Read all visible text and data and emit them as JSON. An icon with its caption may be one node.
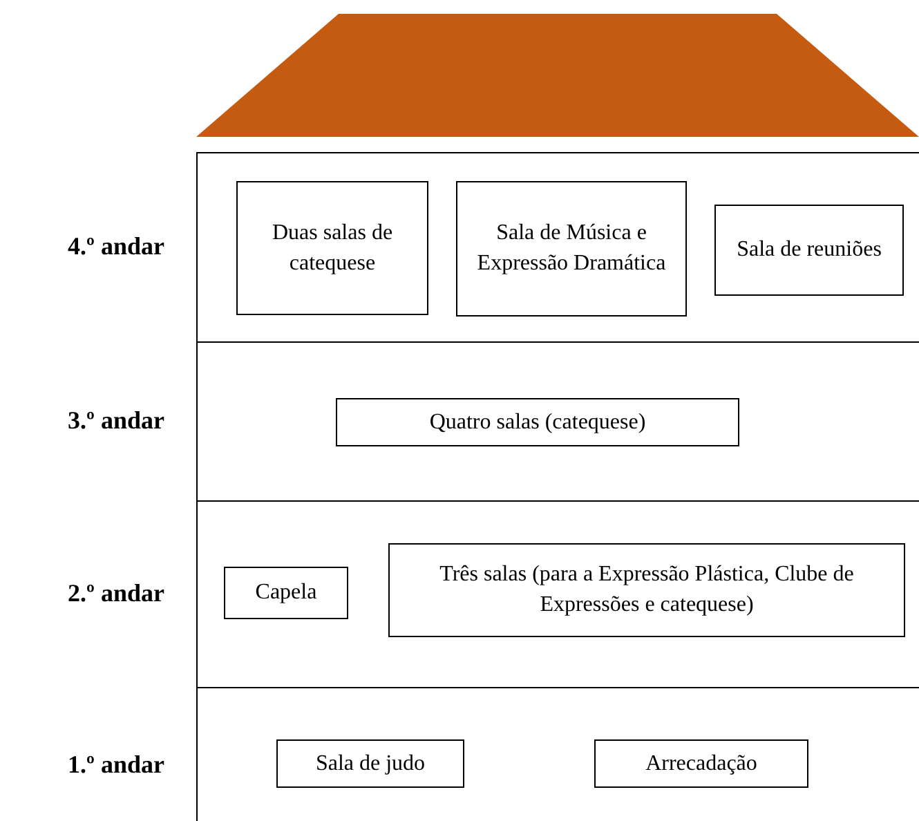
{
  "diagram": {
    "nodes": [
      {
        "text": [],
        "shape": "roof"
      },
      {
        "text": [
          "4.º andar"
        ]
      },
      {
        "text": [
          "Duas salas de catequese"
        ],
        "in": 1
      },
      {
        "text": [
          "Sala de Música e Expressão Dramática"
        ],
        "in": 1
      },
      {
        "text": [
          "Sala de reuniões"
        ],
        "in": 1
      },
      {
        "text": [
          "3.º andar"
        ]
      },
      {
        "text": [
          "Quatro salas (catequese)"
        ],
        "in": 5
      },
      {
        "text": [
          "2.º andar"
        ]
      },
      {
        "text": [
          "Capela"
        ],
        "in": 7
      },
      {
        "text": [
          "Três salas (para a Expressão Plástica, Clube de Expressões e catequese)"
        ],
        "in": 7
      },
      {
        "text": [
          "1.º andar"
        ]
      },
      {
        "text": [
          "Sala de judo"
        ],
        "in": 10
      },
      {
        "text": [
          "Arrecadação"
        ],
        "in": 10
      }
    ],
    "edges": []
  }
}
